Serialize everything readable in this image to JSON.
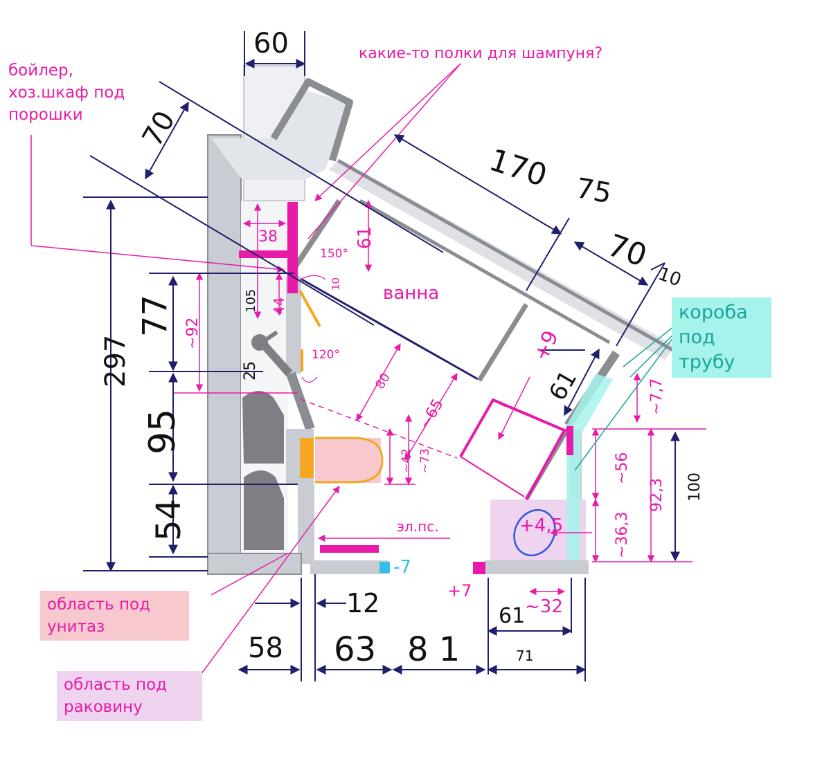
{
  "labels": {
    "boiler": [
      "бойлер,",
      "хоз.шкаф под",
      "порошки"
    ],
    "shampoo": "какие-то полки для шампуня?",
    "bath": "ванна",
    "pipe_box": [
      "короба",
      "под трубу"
    ],
    "toilet_area": [
      "область под",
      "унитаз"
    ],
    "sink_area": [
      "область под",
      "раковину"
    ],
    "socket": "эл.пс."
  },
  "dimensions": {
    "d60": "60",
    "d70a": "70",
    "d170": "170",
    "d75": "75",
    "d70b": "70",
    "d10": "10",
    "d297": "297",
    "d77": "77",
    "d92": "~92",
    "d95": "95",
    "d54": "54",
    "d38": "38",
    "d105": "105",
    "d44": "44",
    "d25": "25",
    "d150": "150°",
    "d61a": "61",
    "d10s": "10",
    "d120": "120°",
    "d80": "80",
    "d65": "~65",
    "d42": "~42",
    "d73": "~73",
    "d9": "+9",
    "d61b": "61",
    "d77b": "~7,7",
    "d56": "~56",
    "d923": "92,3",
    "d100": "100",
    "d45": "+4,5",
    "d363": "~36,3",
    "dm7": "-7",
    "dp7": "+7",
    "d12": "12",
    "d58": "58",
    "d63": "63",
    "d81": "8 1",
    "d61c": "61",
    "d32": "~32",
    "d71": "71"
  },
  "colors": {
    "magenta": "#e81aa8",
    "navy": "#1f1f6b",
    "wall": "#c9cdd3",
    "wall_dark": "#8a8d92",
    "orange": "#f5a623",
    "cyan_box": "#a6f3ec",
    "pink_box": "#f7c9cf",
    "lilac_box": "#efd4ef"
  }
}
